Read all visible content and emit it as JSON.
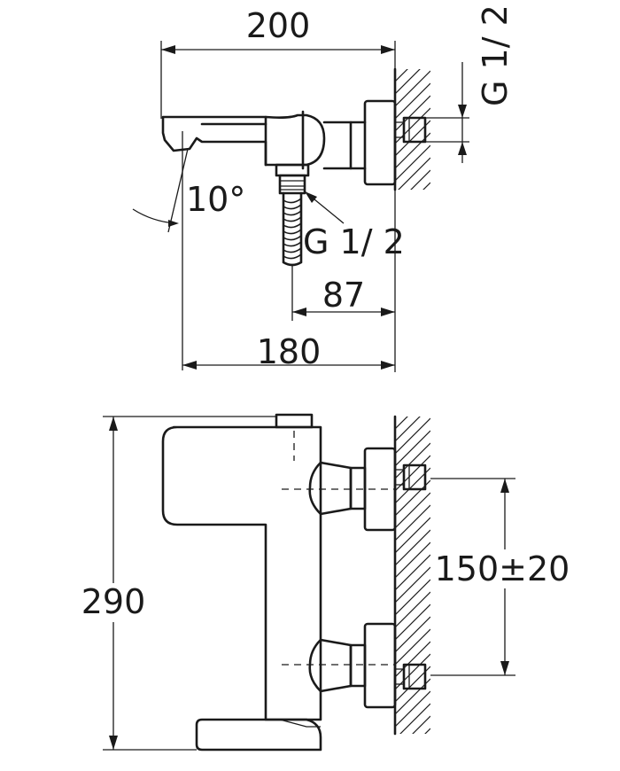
{
  "dimensions": {
    "overall_projection": "200",
    "inlet_thread_top": "G 1/ 2",
    "spout_angle": "10°",
    "hose_thread": "G 1/ 2",
    "hose_outlet_offset": "87",
    "spout_reach": "180",
    "height": "290",
    "inlet_spacing": "150±20"
  },
  "colors": {
    "line": "#1a1a1a",
    "background": "#ffffff"
  }
}
